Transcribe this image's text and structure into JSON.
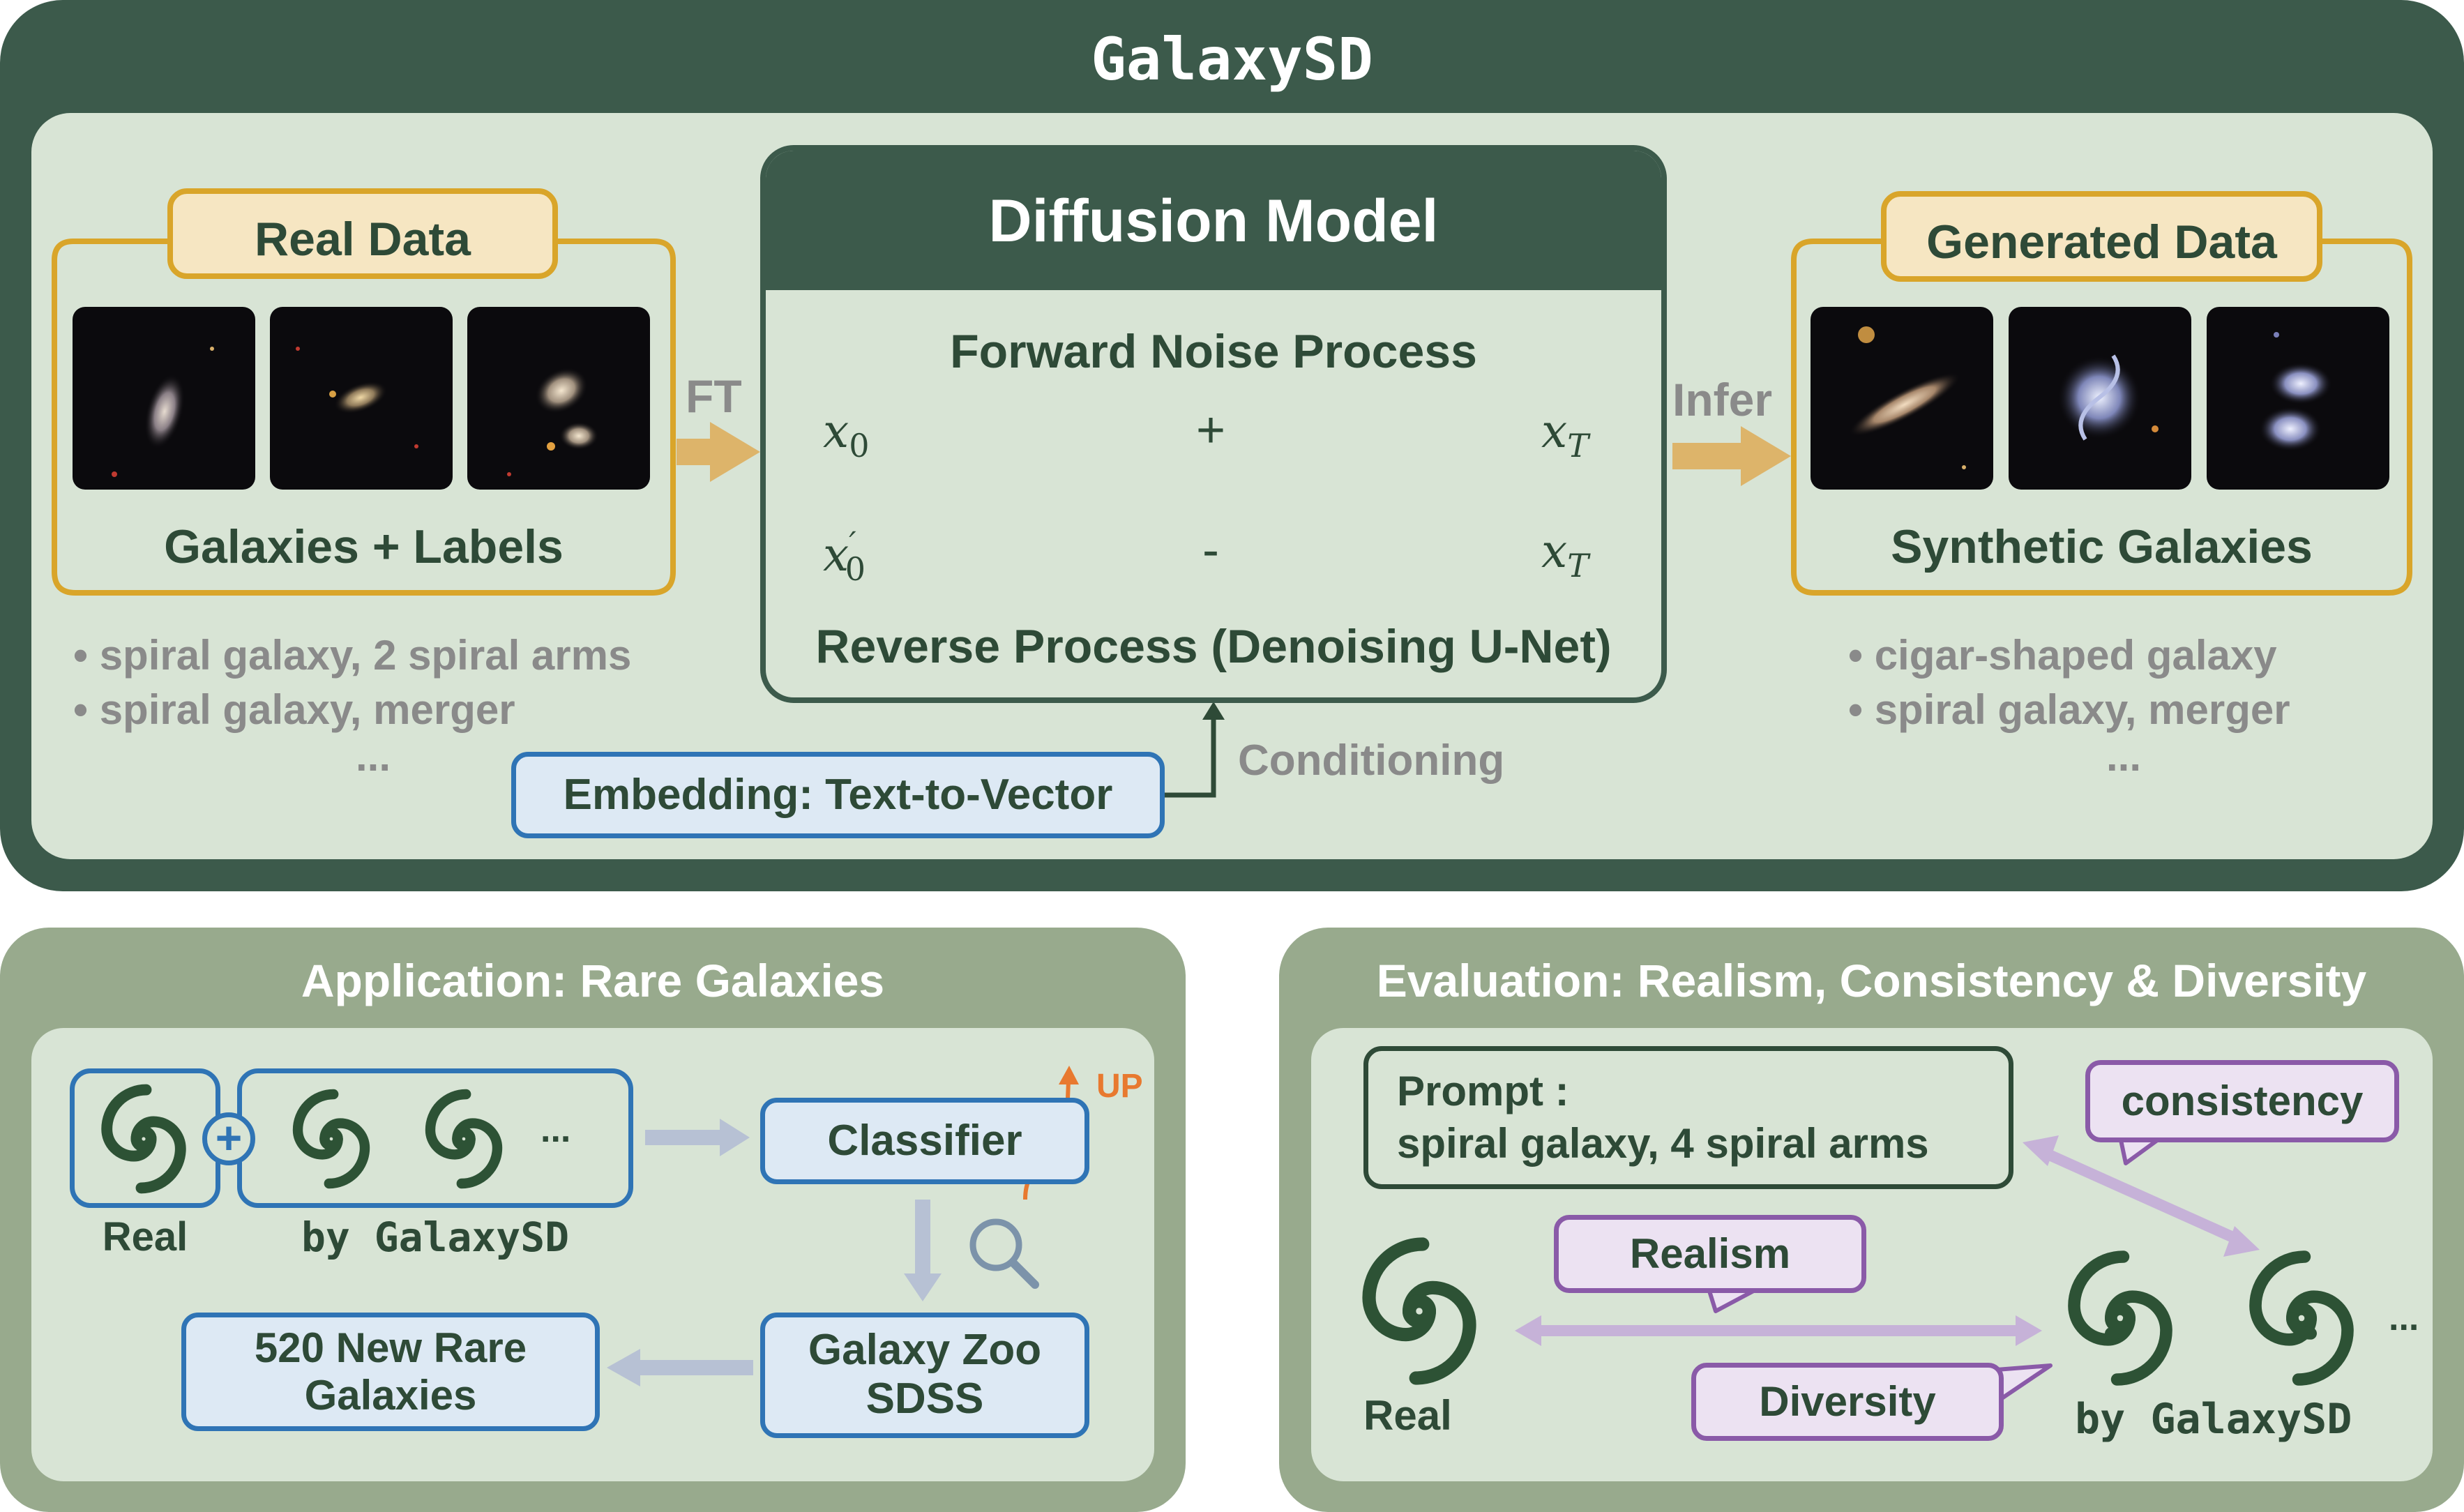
{
  "title": "GalaxySD",
  "top": {
    "real_data": {
      "label": "Real Data",
      "caption": "Galaxies + Labels",
      "bullets": [
        "spiral galaxy, 2 spiral arms",
        "spiral galaxy, merger"
      ],
      "ellipsis": "..."
    },
    "ft_label": "FT",
    "diffusion": {
      "title": "Diffusion Model",
      "forward_label": "Forward Noise Process",
      "reverse_label": "Reverse Process (Denoising U-Net)",
      "x0": "x",
      "x0_sub": "0",
      "x0p": "x",
      "x0p_sub": "0",
      "x0p_prime": "′",
      "xT": "x",
      "xT_sub": "T",
      "plus": "+",
      "minus": "-"
    },
    "infer_label": "Infer",
    "generated_data": {
      "label": "Generated Data",
      "caption": "Synthetic Galaxies",
      "bullets": [
        "cigar-shaped galaxy",
        "spiral galaxy, merger"
      ],
      "ellipsis": "..."
    },
    "embedding_label": "Embedding: Text-to-Vector",
    "conditioning_label": "Conditioning"
  },
  "application": {
    "title": "Application: Rare Galaxies",
    "real_label": "Real",
    "gen_label": "by GalaxySD",
    "ellipsis": "...",
    "plus": "+",
    "classifier": "Classifier",
    "up": "UP",
    "zoo_line1": "Galaxy Zoo",
    "zoo_line2": "SDSS",
    "new_line1": "520 New Rare",
    "new_line2": "Galaxies"
  },
  "evaluation": {
    "title": "Evaluation: Realism, Consistency & Diversity",
    "prompt_line1": "Prompt :",
    "prompt_line2": "spiral galaxy, 4 spiral arms",
    "consistency": "consistency",
    "realism": "Realism",
    "diversity": "Diversity",
    "real_label": "Real",
    "gen_label": "by GalaxySD",
    "ellipsis": "..."
  },
  "colors": {
    "dark_green": "#3c5a4b",
    "panel_light": "#d8e4d5",
    "sage": "#98aa8d",
    "gold": "#d9a52a",
    "gold_fill": "#f6e6c2",
    "blue": "#2f74b5",
    "blue_fill": "#dde9f4",
    "purple": "#8a5aa8",
    "purple_fill": "#ece2f2",
    "arrow_gold": "#ddb46a",
    "orange": "#e8792f"
  }
}
